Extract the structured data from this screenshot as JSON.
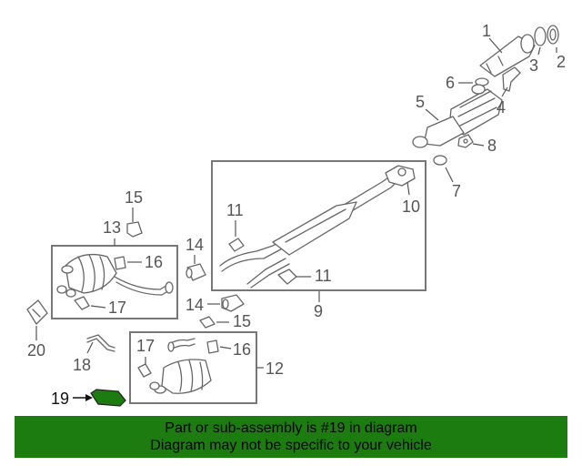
{
  "diagram": {
    "callouts": {
      "c1": "1",
      "c2": "2",
      "c3": "3",
      "c4": "4",
      "c5": "5",
      "c6": "6",
      "c7": "7",
      "c8": "8",
      "c9": "9",
      "c10": "10",
      "c11a": "11",
      "c11b": "11",
      "c12": "12",
      "c13": "13",
      "c14a": "14",
      "c14b": "14",
      "c15a": "15",
      "c15b": "15",
      "c16a": "16",
      "c16b": "16",
      "c17a": "17",
      "c17b": "17",
      "c18": "18",
      "c19": "19",
      "c20": "20"
    },
    "highlighted_part": "19",
    "colors": {
      "highlight_fill": "#1c7c10",
      "banner_bg": "#1c7c10",
      "line": "#666666"
    }
  },
  "banner": {
    "line1": "Part or sub-assembly is #19 in diagram",
    "line2": "Diagram may not be specific to your vehicle"
  }
}
